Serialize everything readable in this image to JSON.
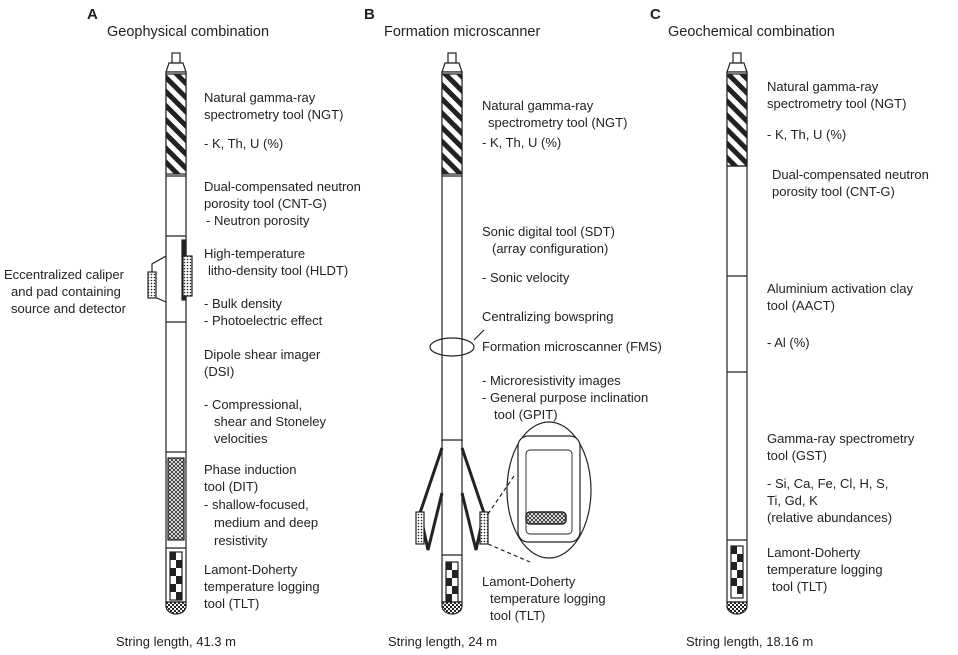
{
  "panels": [
    {
      "letter": "A",
      "title": "Geophysical combination",
      "length": "String length, 41.3 m",
      "labels": [
        "Natural gamma-ray",
        "spectrometry tool (NGT)",
        "- K, Th, U (%)",
        "Dual-compensated neutron",
        "porosity tool (CNT-G)",
        "- Neutron porosity",
        "High-temperature",
        "litho-density tool (HLDT)",
        "- Bulk density",
        "- Photoelectric effect",
        "Dipole shear imager",
        "(DSI)",
        "- Compressional,",
        "shear and Stoneley",
        "velocities",
        "Phase induction",
        "tool (DIT)",
        "- shallow-focused,",
        "medium and deep",
        "resistivity",
        "Lamont-Doherty",
        "temperature logging",
        "tool (TLT)"
      ],
      "side_labels": [
        "Eccentralized caliper",
        "and pad containing",
        "source and detector"
      ]
    },
    {
      "letter": "B",
      "title": "Formation microscanner",
      "length": "String length, 24 m",
      "labels": [
        "Natural gamma-ray",
        "spectrometry tool (NGT)",
        "- K, Th, U (%)",
        "Sonic digital tool (SDT)",
        "(array configuration)",
        "- Sonic velocity",
        "Centralizing bowspring",
        "Formation microscanner (FMS)",
        "- Microresistivity images",
        "- General purpose inclination",
        "tool (GPIT)",
        "Lamont-Doherty",
        "temperature logging",
        "tool (TLT)"
      ]
    },
    {
      "letter": "C",
      "title": "Geochemical combination",
      "length": "String length, 18.16 m",
      "labels": [
        "Natural gamma-ray",
        "spectrometry tool (NGT)",
        "- K, Th, U (%)",
        "Dual-compensated neutron",
        "porosity tool (CNT-G)",
        "Aluminium activation clay",
        "tool (AACT)",
        "- Al (%)",
        "Gamma-ray spectrometry",
        "tool (GST)",
        "- Si, Ca, Fe, Cl, H, S,",
        "Ti, Gd, K",
        "(relative abundances)",
        "Lamont-Doherty",
        "temperature logging",
        "tool (TLT)"
      ]
    }
  ],
  "colors": {
    "line": "#222222",
    "background": "#ffffff"
  }
}
